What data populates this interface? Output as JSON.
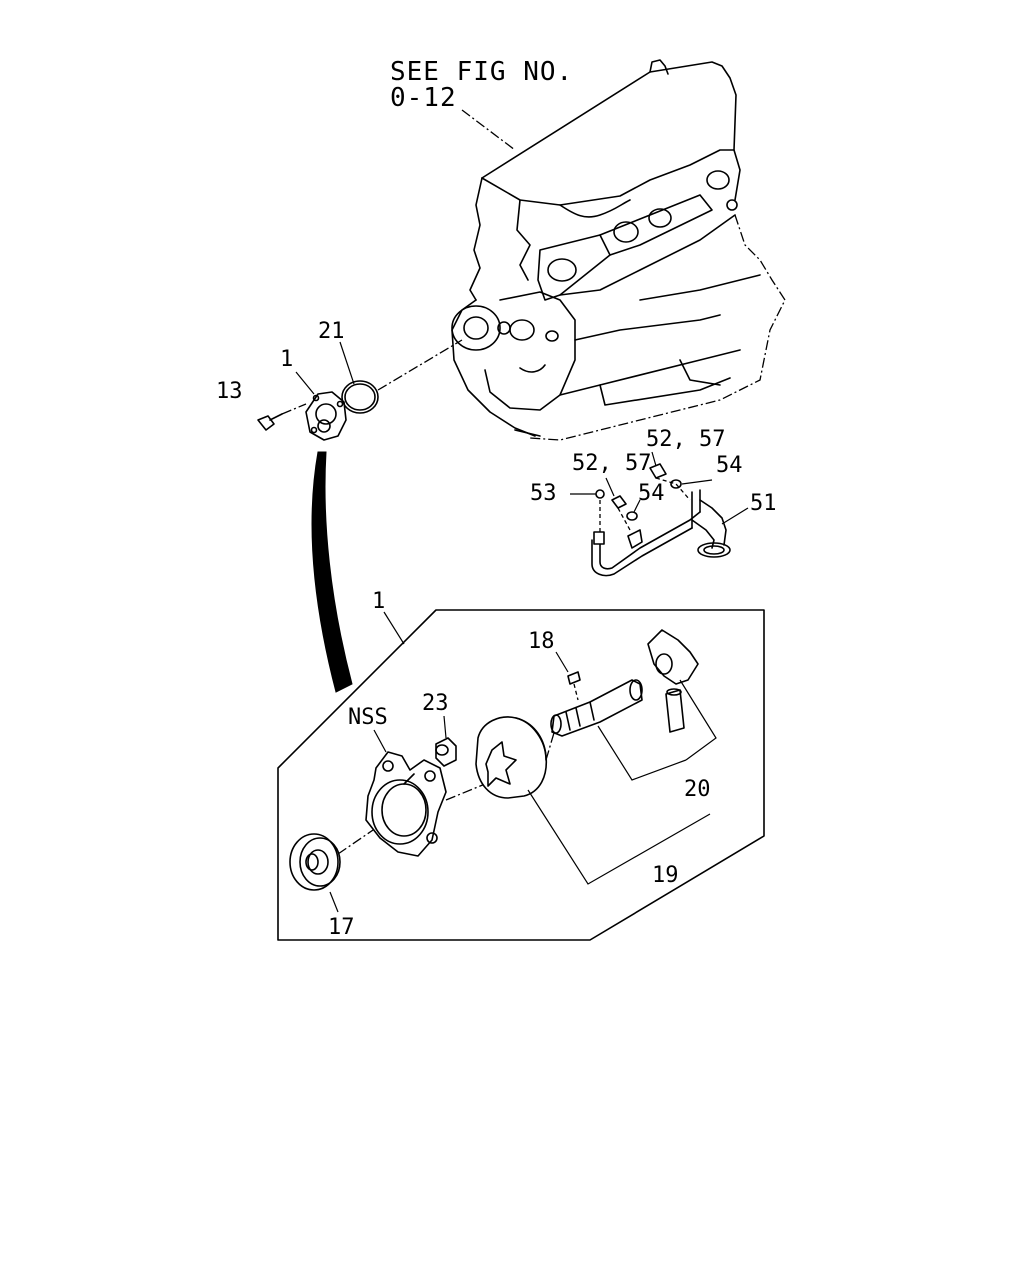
{
  "reference": {
    "line1": "SEE FIG NO.",
    "line2": "0-12"
  },
  "callouts": {
    "c21": "21",
    "c1_top": "1",
    "c13": "13",
    "c52_57_a": "52, 57",
    "c52_57_b": "52, 57",
    "c54_a": "54",
    "c54_b": "54",
    "c53": "53",
    "c51": "51",
    "c1_detail": "1",
    "c18": "18",
    "c23": "23",
    "nss": "NSS",
    "c20": "20",
    "c19": "19",
    "c17": "17"
  }
}
